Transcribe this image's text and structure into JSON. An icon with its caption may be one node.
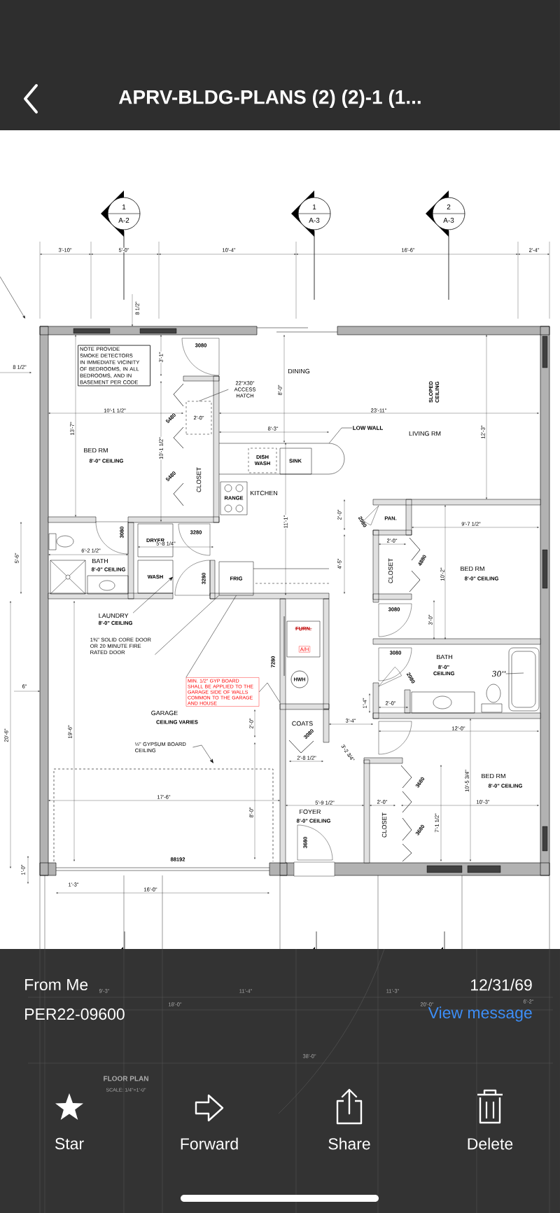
{
  "diagram": {
    "nodes": [
      {
        "text": [
          "1",
          "A-2"
        ]
      },
      {
        "text": [
          "1",
          "A-3"
        ]
      },
      {
        "text": [
          "2",
          "A-3"
        ]
      },
      {
        "text": [
          "NOTE PROVIDE SMOKE DETECTORS IN IMMEDIATE VICINITY OF BEDROOMS, IN ALL BEDROOMS, AND IN BASEMENT PER CODE"
        ]
      },
      {
        "text": [
          "22\"X30\" ACCESS HATCH"
        ]
      },
      {
        "text": [
          "LOW WALL"
        ]
      },
      {
        "text": [
          "LAUNDRY",
          "8'-0\" CEILING"
        ]
      },
      {
        "text": [
          "1¾\" SOLID CORE DOOR OR 20 MINUTE FIRE RATED DOOR"
        ]
      },
      {
        "text": [
          "MIN. 1/2\" GYP BOARD SHALL BE APPLIED TO THE GARAGE SIDE OF WALLS COMMON TO THE GARAGE AND HOUSE"
        ]
      },
      {
        "text": [
          "A/H"
        ],
        "in": 18
      },
      {
        "text": [
          "HWH"
        ]
      },
      {
        "text": [
          "½\" GYPSUM BOARD CEILING"
        ]
      },
      {
        "text": [
          "30''"
        ]
      },
      {
        "text": [
          "2'-0\""
        ]
      },
      {
        "text": [
          "WASH"
        ]
      },
      {
        "text": [
          "FRIG"
        ]
      },
      {
        "text": [],
        "shape": "box"
      },
      {
        "text": [
          "DRYER"
        ]
      },
      {
        "text": [
          "FURN."
        ]
      }
    ],
    "edges": [
      {
        "from": 4,
        "to": 13,
        "arrow": "none"
      },
      {
        "from": 5,
        "to": 16,
        "arrow": "none"
      },
      {
        "from": 6,
        "to": 14,
        "arrow": "to"
      },
      {
        "from": 7,
        "to": 15,
        "arrow": "none"
      },
      {
        "from": 8,
        "to": 15,
        "arrow": "none"
      },
      {
        "from": 8,
        "to": null,
        "arrow": "none"
      },
      {
        "from": 11,
        "to": null,
        "arrow": "to"
      },
      {
        "from": 12,
        "to": null,
        "arrow": "none"
      }
    ],
    "labels": [
      "APRV-BLDG-PLANS (2) (2)-1 (1...",
      "3'-10\"",
      "5'-0\"",
      "10'-4\"",
      "16'-6\"",
      "2'-4\"",
      "8 1/2\"",
      "8 1/2\"",
      "3080",
      "3'-1\"",
      "DINING",
      "8'-0\"",
      "SLOPED CEILING",
      "10'-1 1/2\"",
      "23'-11\"",
      "13'-7\"",
      "8'-3\"",
      "LIVING RM",
      "12'-3\"",
      "BED RM",
      "8'-0\" CEILING",
      "10'-1 1/2\"",
      "5480",
      "CLOSET",
      "5480",
      "DISH WASH",
      "SINK",
      "RANGE",
      "KITCHEN",
      "11'-1\"",
      "PAN.",
      "2'-0\"",
      "2080",
      "9'-7 1/2\"",
      "2'-0\"",
      "4'-5\"",
      "CLOSET",
      "4880",
      "10'-2\"",
      "BED RM",
      "8'-0\" CEILING",
      "5'-6\"",
      "3080",
      "3280",
      "5'-8 1/4\"",
      "6'-2 1/2\"",
      "BATH",
      "8'-0\" CEILING",
      "3280",
      "3080",
      "3'-0\"",
      "3080",
      "BATH",
      "8'-0\" CEILING",
      "2080",
      "2'-0\"",
      "1'-4\"",
      "3'-4\"",
      "12'-0\"",
      "7280",
      "6\"",
      "20'-6\"",
      "19'-6\"",
      "GARAGE",
      "CEILING VARIES",
      "2'-0\"",
      "COATS",
      "3080",
      "2'-8 1/2\"",
      "3'-2 3/4\"",
      "10'-5 3/4\"",
      "BED RM",
      "8'-0\" CEILING",
      "3680",
      "17'-6\"",
      "8'-0\"",
      "5'-9 1/2\"",
      "2'-0\"",
      "10'-3\"",
      "7'-1 1/2\"",
      "FOYER",
      "8'-0\" CEILING",
      "CLOSET",
      "3680",
      "3680",
      "88192",
      "1'-0\"",
      "1'-3\"",
      "16'-0\"",
      "9'-3\"",
      "18'-0\"",
      "11'-4\"",
      "11'-3\"",
      "20'-0\"",
      "6'-2\"",
      "38'-0\"",
      "FLOOR PLAN",
      "SCALE: 1/4\"=1'-0\"",
      "From Me",
      "12/31/69",
      "PER22-09600",
      "View message",
      "Star",
      "Forward",
      "Share",
      "Delete"
    ]
  }
}
